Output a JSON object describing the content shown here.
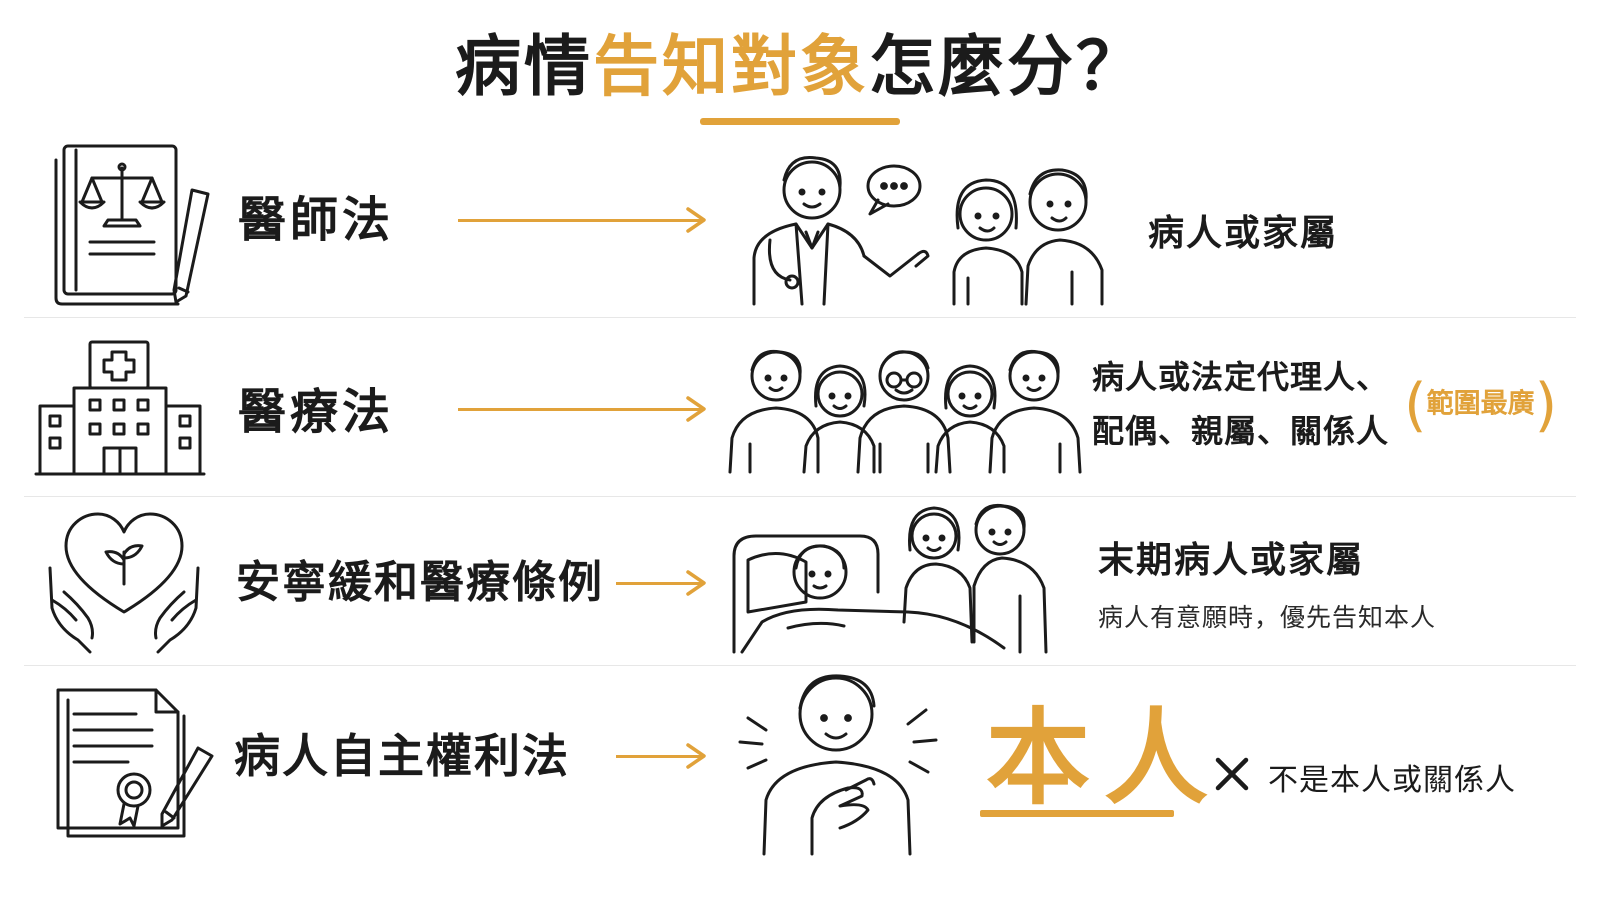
{
  "title": {
    "part1": "病情",
    "accent": "告知對象",
    "part2": "怎麼分？"
  },
  "colors": {
    "accent": "#e1a23a",
    "ink": "#1b1b1b",
    "divider": "#e7e7e7"
  },
  "rows": [
    {
      "law": "醫師法",
      "law_icon": "law-book-scales-icon",
      "people_icon": "doctor-talking-to-family-icon",
      "target": "病人或家屬"
    },
    {
      "law": "醫療法",
      "law_icon": "hospital-building-icon",
      "people_icon": "group-of-five-people-icon",
      "target_line1": "病人或法定代理人、",
      "target_line2": "配偶、親屬、關係人",
      "badge": "範圍最廣"
    },
    {
      "law": "安寧緩和醫療條例",
      "law_icon": "hands-holding-heart-sprout-icon",
      "people_icon": "patient-in-bed-with-family-icon",
      "target": "末期病人或家屬",
      "note": "病人有意願時，優先告知本人"
    },
    {
      "law": "病人自主權利法",
      "law_icon": "signed-certificate-document-icon",
      "people_icon": "person-hand-on-chest-icon",
      "target": "本人",
      "exclusion_icon": "x-cross-icon",
      "exclusion": "不是本人或關係人"
    }
  ]
}
